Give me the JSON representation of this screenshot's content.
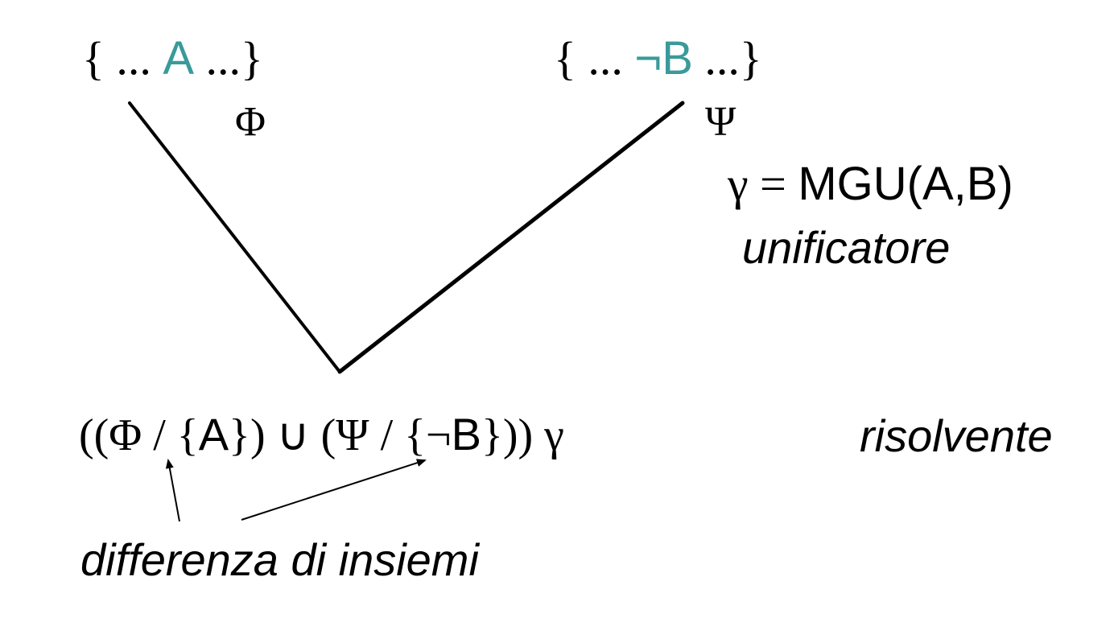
{
  "colors": {
    "accent": "#3a9a9a",
    "ink": "#000000",
    "background": "#ffffff"
  },
  "left_clause": {
    "open": "{ ... ",
    "literal": "A",
    "close": " ...}"
  },
  "right_clause": {
    "open": "{ ... ",
    "literal": "¬B",
    "close": " ...}"
  },
  "phi_label": "Φ",
  "psi_label": "Ψ",
  "mgu": {
    "gamma": "γ",
    "equals": " = ",
    "expr": "MGU(A,B)"
  },
  "unificatore_label": "unificatore",
  "formula": {
    "p1": "((",
    "phi": "Φ",
    "p2": " / ",
    "s1": "{",
    "a": "A",
    "s2": "}",
    "p3": ") ∪ (",
    "psi": "Ψ",
    "p4": " / ",
    "s3": "{¬",
    "b": "B",
    "s4": "}",
    "p5": ")) ",
    "gamma": "γ"
  },
  "risolvente_label": "risolvente",
  "differenza_label": "differenza di insiemi"
}
